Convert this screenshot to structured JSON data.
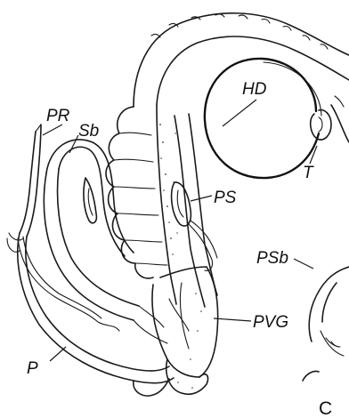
{
  "labels": {
    "HD": "HD",
    "PR": "PR",
    "Sb": "Sb",
    "T": "T",
    "PS": "PS",
    "PSb": "PSb",
    "PVG": "PVG",
    "P": "P",
    "C": "C"
  }
}
